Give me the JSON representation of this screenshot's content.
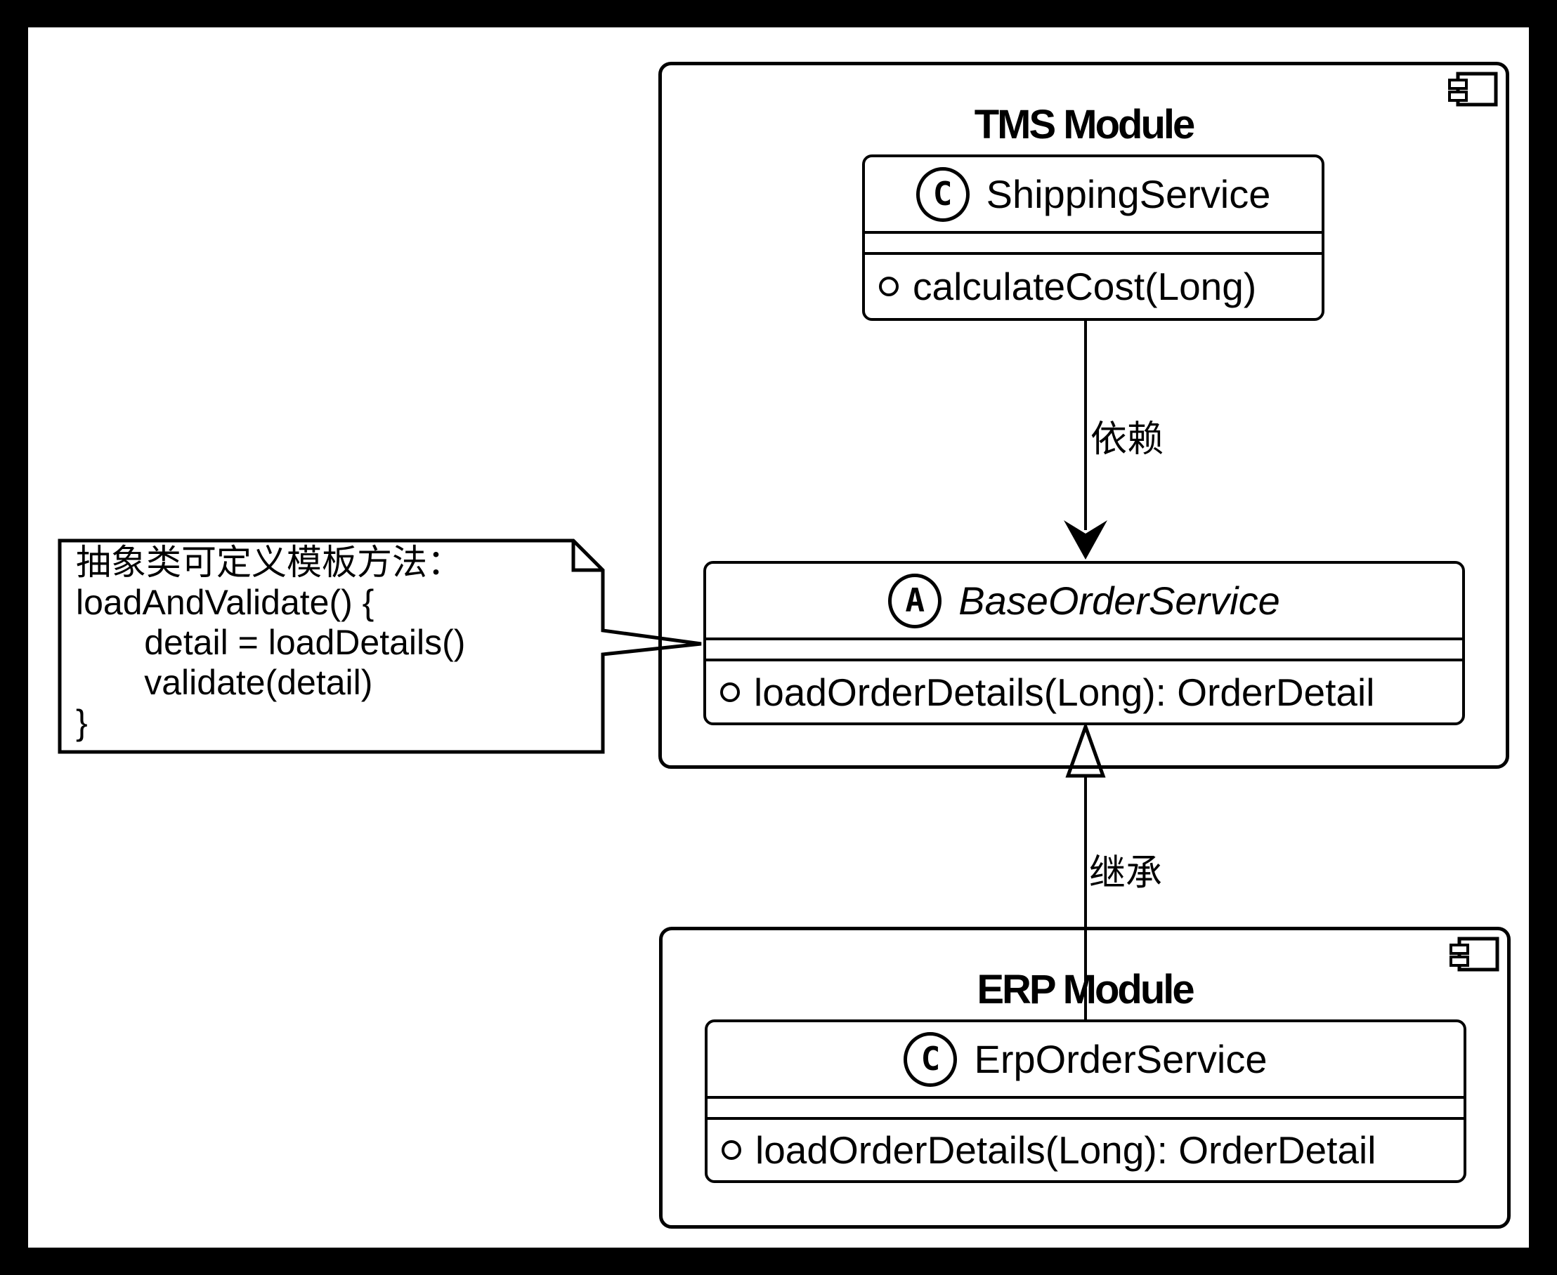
{
  "colors": {
    "frame": "#000000",
    "canvas": "#ffffff",
    "line": "#000000"
  },
  "modules": {
    "tms": {
      "title": "TMS Module"
    },
    "erp": {
      "title": "ERP Module"
    }
  },
  "classes": {
    "shipping": {
      "icon_letter": "C",
      "name": "ShippingService",
      "methods": [
        "calculateCost(Long)"
      ]
    },
    "base": {
      "icon_letter": "A",
      "name": "BaseOrderService",
      "methods": [
        "loadOrderDetails(Long): OrderDetail"
      ]
    },
    "erp": {
      "icon_letter": "C",
      "name": "ErpOrderService",
      "methods": [
        "loadOrderDetails(Long): OrderDetail"
      ]
    }
  },
  "edges": {
    "dependency": {
      "label": "依赖",
      "from": "ShippingService",
      "to": "BaseOrderService"
    },
    "inheritance": {
      "label": "继承",
      "from": "ErpOrderService",
      "to": "BaseOrderService"
    }
  },
  "note": {
    "lines": [
      "抽象类可定义模板方法：",
      "loadAndValidate() {",
      "       detail = loadDetails()",
      "       validate(detail)",
      "}"
    ]
  }
}
